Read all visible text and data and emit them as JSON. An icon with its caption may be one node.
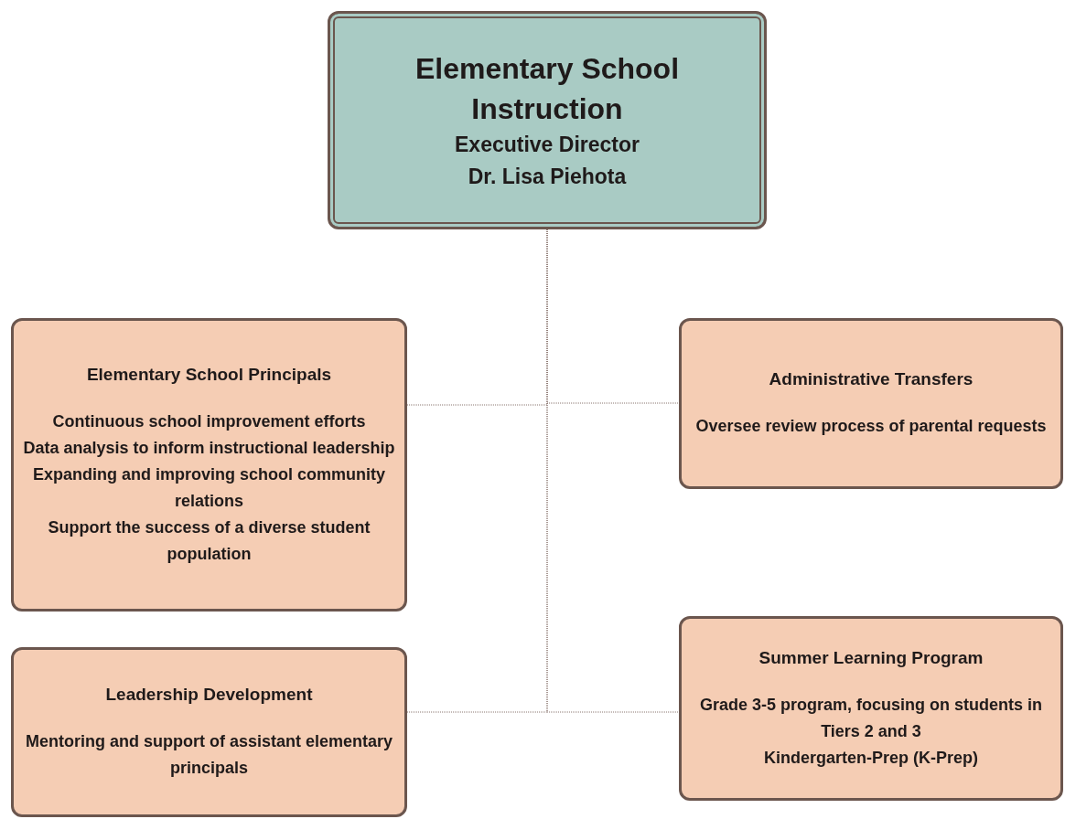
{
  "diagram": {
    "nodes": [
      {
        "text": [
          "Elementary School Instruction",
          "Executive Director",
          "Dr. Lisa Piehota"
        ]
      },
      {
        "text": [
          "Elementary School Principals",
          "Continuous school improvement efforts",
          "Data analysis to inform instructional leadership",
          "Expanding and improving school community relations",
          "Support the success of a diverse student population"
        ]
      },
      {
        "text": [
          "Administrative Transfers",
          "Oversee review process of parental requests"
        ]
      },
      {
        "text": [
          "Leadership Development",
          "Mentoring and support of assistant elementary principals"
        ]
      },
      {
        "text": [
          "Summer Learning Program",
          "Grade 3-5 program, focusing on students in Tiers 2 and 3",
          "Kindergarten-Prep (K-Prep)"
        ]
      }
    ],
    "edges": [
      {
        "from": 0,
        "to": 1,
        "arrow": "none"
      },
      {
        "from": 0,
        "to": 2,
        "arrow": "none"
      },
      {
        "from": 0,
        "to": 3,
        "arrow": "none"
      },
      {
        "from": 0,
        "to": 4,
        "arrow": "none"
      }
    ]
  }
}
